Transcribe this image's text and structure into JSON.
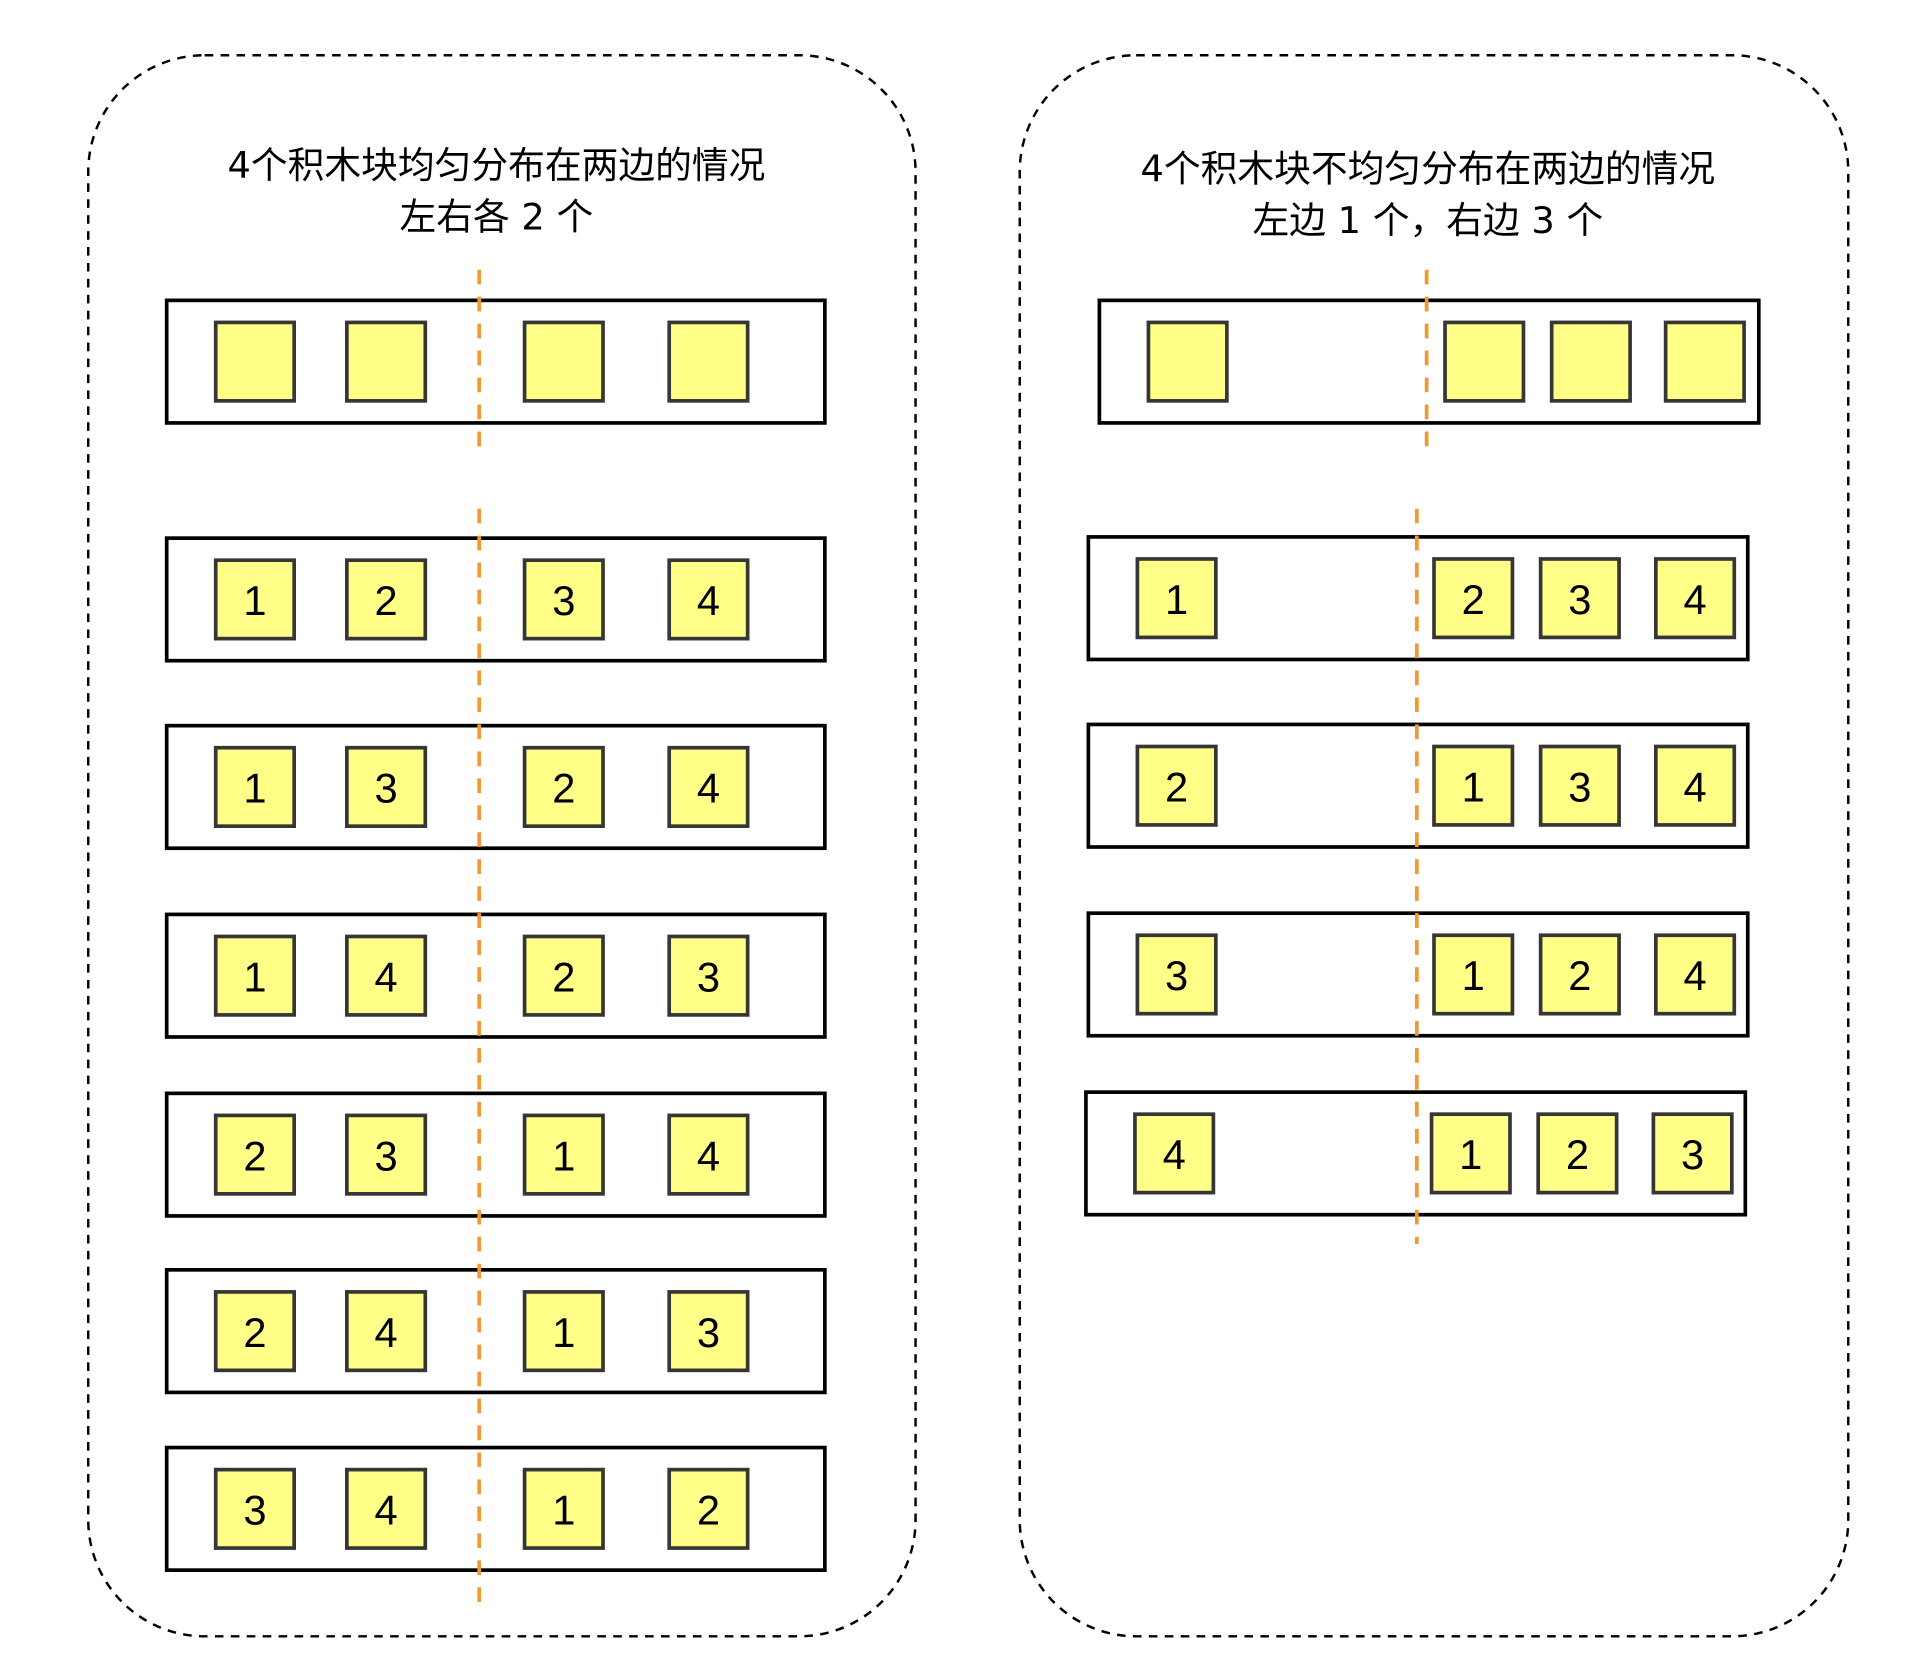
{
  "colors": {
    "block_fill": "#ffff88",
    "block_stroke": "#363636",
    "divider": "#f5962f",
    "outline": "#000000"
  },
  "panels": [
    {
      "title_lines": [
        "4个积木块均匀分布在两边的情况",
        "左右各 2 个"
      ],
      "header_row": {
        "left": [
          "",
          ""
        ],
        "right": [
          "",
          ""
        ]
      },
      "rows": [
        {
          "left": [
            "1",
            "2"
          ],
          "right": [
            "3",
            "4"
          ]
        },
        {
          "left": [
            "1",
            "3"
          ],
          "right": [
            "2",
            "4"
          ]
        },
        {
          "left": [
            "1",
            "4"
          ],
          "right": [
            "2",
            "3"
          ]
        },
        {
          "left": [
            "2",
            "3"
          ],
          "right": [
            "1",
            "4"
          ]
        },
        {
          "left": [
            "2",
            "4"
          ],
          "right": [
            "1",
            "3"
          ]
        },
        {
          "left": [
            "3",
            "4"
          ],
          "right": [
            "1",
            "2"
          ]
        }
      ]
    },
    {
      "title_lines": [
        "4个积木块不均匀分布在两边的情况",
        "左边 1 个，右边 3 个"
      ],
      "header_row": {
        "left": [
          ""
        ],
        "right": [
          "",
          "",
          ""
        ]
      },
      "rows": [
        {
          "left": [
            "1"
          ],
          "right": [
            "2",
            "3",
            "4"
          ]
        },
        {
          "left": [
            "2"
          ],
          "right": [
            "1",
            "3",
            "4"
          ]
        },
        {
          "left": [
            "3"
          ],
          "right": [
            "1",
            "2",
            "4"
          ]
        },
        {
          "left": [
            "4"
          ],
          "right": [
            "1",
            "2",
            "3"
          ]
        }
      ]
    }
  ]
}
